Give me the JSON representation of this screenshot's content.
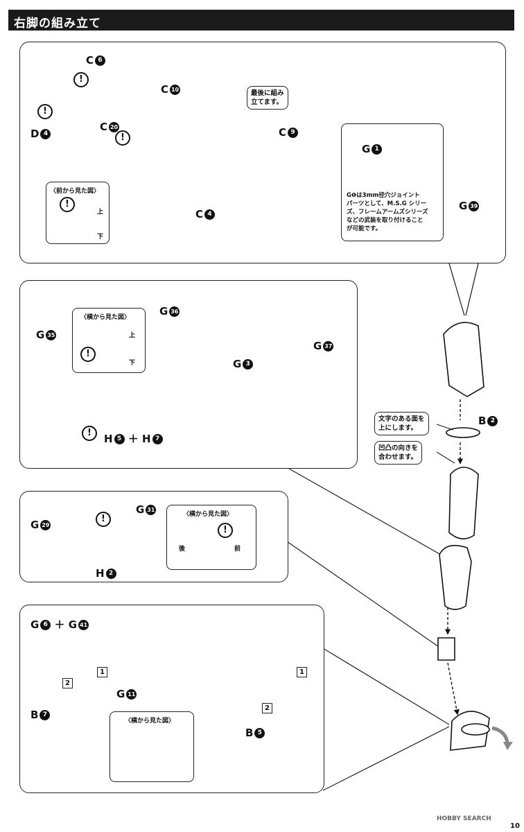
{
  "header": {
    "title": "右脚の組み立て"
  },
  "panel1": {
    "c6": "C",
    "c6_num": "6",
    "d4": "D",
    "d4_num": "4",
    "c20": "C",
    "c20_num": "20",
    "front_view_title": "〈前から見た図〉",
    "up": "上",
    "down": "下"
  },
  "panel2": {
    "c10": "C",
    "c10_num": "10",
    "note": "最後に組み\n立てます。",
    "c9": "C",
    "c9_num": "9",
    "c4": "C",
    "c4_num": "4"
  },
  "panel3": {
    "g1": "G",
    "g1_num": "1",
    "note": "G❶は3mm径穴ジョイント\nパーツとして、M.S.G シリー\nズ、フレームアームズシリーズ\nなどの武装を取り付けること\nが可能です。",
    "g39": "G",
    "g39_num": "39"
  },
  "panel4": {
    "g35": "G",
    "g35_num": "35",
    "side_view_title": "〈横から見た図〉",
    "up": "上",
    "down": "下",
    "g36": "G",
    "g36_num": "36",
    "h5": "H",
    "h5_num": "5",
    "plus": "＋",
    "h7": "H",
    "h7_num": "7",
    "g3": "G",
    "g3_num": "3",
    "g37": "G",
    "g37_num": "37"
  },
  "panel5": {
    "g29": "G",
    "g29_num": "29",
    "g31": "G",
    "g31_num": "31",
    "h2": "H",
    "h2_num": "2",
    "side_view_title": "〈横から見た図〉",
    "back": "後",
    "front": "前"
  },
  "panel6": {
    "g6": "G",
    "g6_num": "6",
    "plus": "＋",
    "g41": "G",
    "g41_num": "41",
    "step1": "1",
    "step2": "2",
    "g11": "G",
    "g11_num": "11",
    "b7": "B",
    "b7_num": "7",
    "side_view_title": "〈横から見た図〉",
    "b5": "B",
    "b5_num": "5"
  },
  "right_assembly": {
    "note1": "文字のある面を\n上にします。",
    "note2": "凹凸の向きを\n合わせます。",
    "b2": "B",
    "b2_num": "2"
  },
  "footer": {
    "page": "10",
    "watermark": "HOBBY SEARCH"
  }
}
